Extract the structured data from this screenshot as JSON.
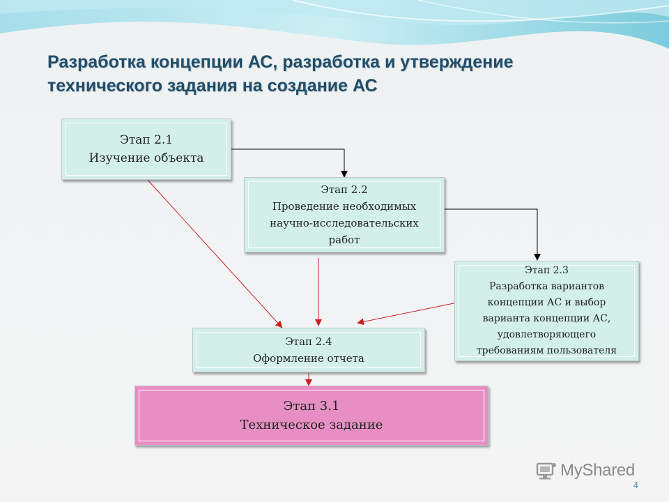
{
  "slide": {
    "title_line1": "Разработка концепции АС, разработка и утверждение",
    "title_line2": "технического задания на создание АС",
    "page_number": "4"
  },
  "nodes": [
    {
      "id": "stage-2-1",
      "lines": [
        "Этап 2.1",
        "Изучение объекта"
      ]
    },
    {
      "id": "stage-2-2",
      "lines": [
        "Этап 2.2",
        "Проведение необходимых",
        "научно-исследовательских",
        "работ"
      ]
    },
    {
      "id": "stage-2-3",
      "lines": [
        "Этап 2.3",
        "Разработка вариантов",
        "концепции АС и выбор",
        "варианта концепции АС,",
        "удовлетворяющего",
        "требованиям пользователя"
      ]
    },
    {
      "id": "stage-2-4",
      "lines": [
        "Этап 2.4",
        "Оформление отчета"
      ]
    },
    {
      "id": "stage-3-1",
      "lines": [
        "Этап 3.1",
        "Техническое задание"
      ]
    }
  ],
  "edges": [
    {
      "from": "stage-2-1",
      "to": "stage-2-2",
      "color": "#000000"
    },
    {
      "from": "stage-2-2",
      "to": "stage-2-3",
      "color": "#000000"
    },
    {
      "from": "stage-2-1",
      "to": "stage-2-4",
      "color": "#cc1f1f"
    },
    {
      "from": "stage-2-2",
      "to": "stage-2-4",
      "color": "#cc1f1f"
    },
    {
      "from": "stage-2-3",
      "to": "stage-2-4",
      "color": "#cc1f1f"
    },
    {
      "from": "stage-2-4",
      "to": "stage-3-1",
      "color": "#cc1f1f"
    }
  ],
  "colors": {
    "title": "#1f4e6b",
    "box_teal": "#d3efe9",
    "box_pink": "#e78fc4",
    "accent_wave": "#7fd0e0"
  },
  "watermark": {
    "text": "MyShared",
    "icon": "myshared-logo-icon"
  }
}
